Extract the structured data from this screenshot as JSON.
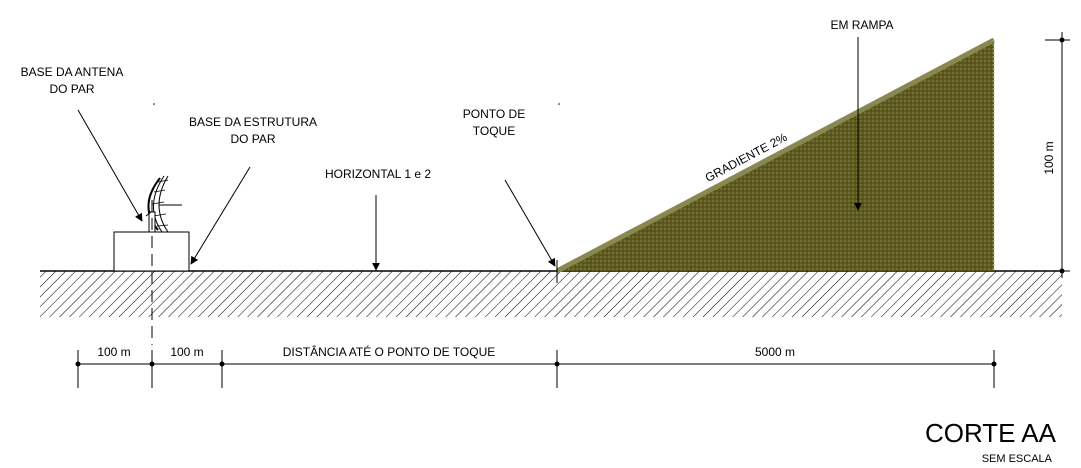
{
  "labels": {
    "antenna_base": [
      "BASE DA ANTENA",
      "DO PAR"
    ],
    "structure_base": [
      "BASE DA ESTRUTURA",
      "DO PAR"
    ],
    "horizontal": "HORIZONTAL 1 e 2",
    "touch_point": [
      "PONTO DE",
      "TOQUE"
    ],
    "gradient": "GRADIENTE 2%",
    "ramp": "EM RAMPA",
    "height": "100 m"
  },
  "dimensions": {
    "seg1": "100 m",
    "seg2": "100 m",
    "seg3": "DISTÂNCIA ATÉ O PONTO DE TOQUE",
    "seg4": "5000 m"
  },
  "title": {
    "main": "CORTE AA",
    "sub": "SEM ESCALA"
  },
  "colors": {
    "ramp_fill": "#5c5a1f",
    "ramp_edge": "#8a8750",
    "line": "#000000"
  }
}
